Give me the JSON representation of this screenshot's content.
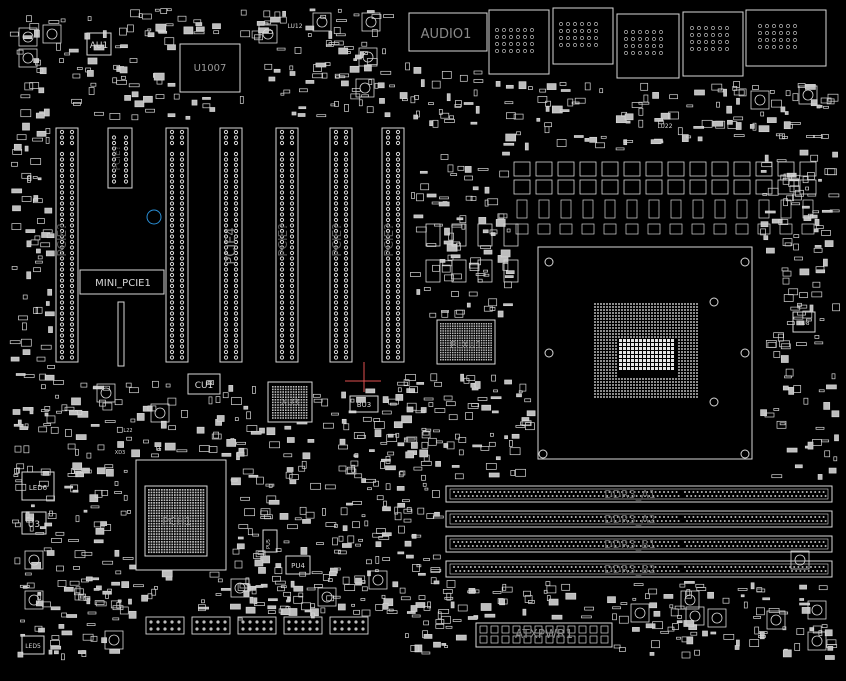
{
  "colors": {
    "background": "#000000",
    "outline": "#d8d8d8",
    "fill": "#bdbdbd",
    "label": "#9a9a9a",
    "marker": "#e05050",
    "hole": "#2a8fd6"
  },
  "labels": {
    "au1": "AU1",
    "u1007": "U1007",
    "lu12": "LU12",
    "audio1": "AUDIO1",
    "lu22": "LU22",
    "pcie4": "PCIE4",
    "pcie_x": "PCIE?",
    "mini_pcie1": "MINI_PCIE1",
    "plxu1": "PLXU1",
    "cu1": "CU1",
    "xu3": "XU3",
    "bu3": "BU3",
    "led5": "LED5",
    "led6": "LED6",
    "u3": "U3",
    "pch1": "PCH1",
    "pu4": "PU4",
    "pu5": "PU5",
    "lu8": "LU8",
    "ddr3_a1": "DDR3_A1",
    "ddr3_a2": "DDR3_A2",
    "ddr3_b1": "DDR3_B1",
    "ddr3_b2": "DDR3_B2",
    "atxpwr1": "ATXPWR1",
    "xd3": "XD3",
    "l22": "L22"
  }
}
